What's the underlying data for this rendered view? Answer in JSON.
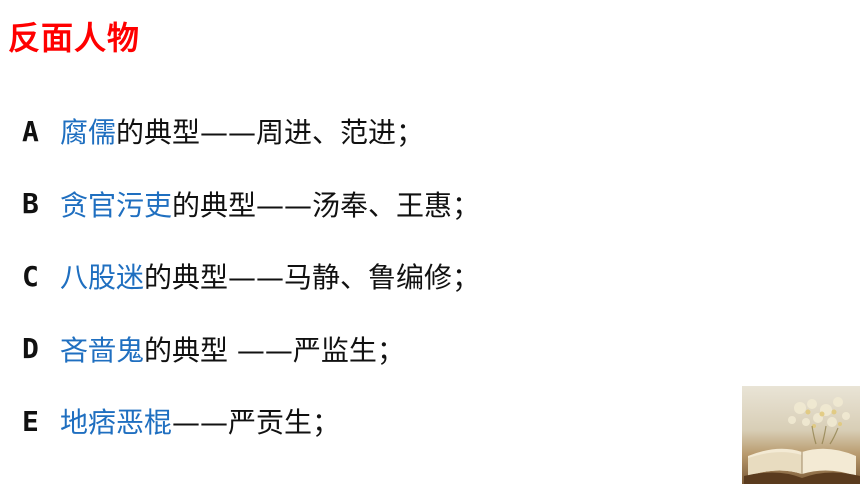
{
  "title": "反面人物",
  "items": [
    {
      "letter": "A",
      "term": "腐儒",
      "rest": "的典型——周进、范进；"
    },
    {
      "letter": "B",
      "term": "贪官污吏",
      "rest": "的典型——汤奉、王惠；"
    },
    {
      "letter": "C",
      "term": "八股迷",
      "rest": "的典型——马静、鲁编修；"
    },
    {
      "letter": "D",
      "term": "吝啬鬼",
      "rest": "的典型 ——严监生；"
    },
    {
      "letter": "E",
      "term": "地痞恶棍",
      "rest": " ——严贡生；"
    }
  ],
  "colors": {
    "title": "#ff0000",
    "term": "#1f6fc0",
    "text": "#111111"
  },
  "decoration": {
    "icon": "book-flowers-photo"
  }
}
